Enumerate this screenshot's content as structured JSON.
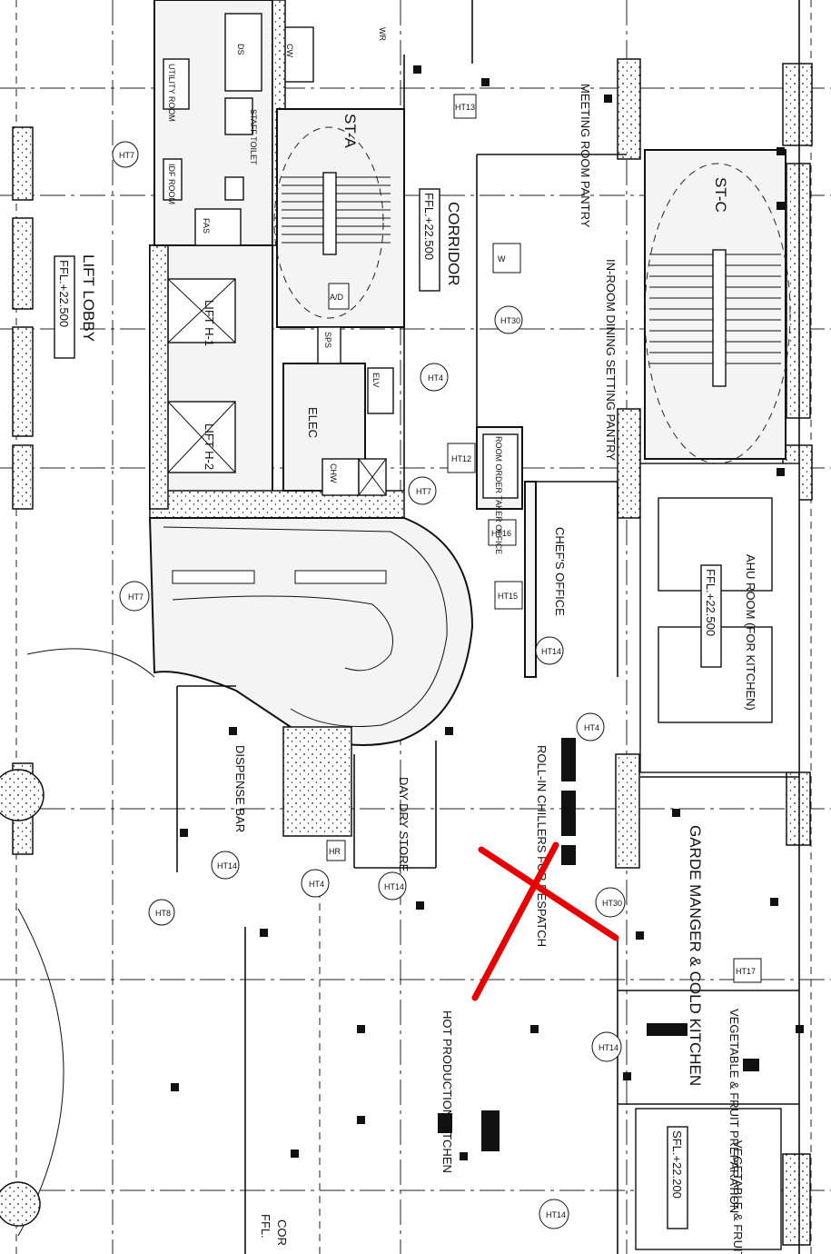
{
  "rooms": {
    "lift_lobby": "LIFT LOBBY",
    "lift_lobby_level": "FFL.+22.500",
    "lift_1": "LIFT H-1",
    "lift_2": "LIFT H-2",
    "utility_room": "UTILITY ROOM",
    "staff_toilet": "STAFF TOILET",
    "idf_room": "IDF ROOM",
    "fas": "FAS",
    "ds": "DS",
    "cw": "CW",
    "wr": "WR",
    "stair_a": "ST-A",
    "sps": "SPS",
    "elv": "ELV",
    "elec": "ELEC",
    "chw": "CHW",
    "corridor": "CORRIDOR",
    "corridor_level": "FFL.+22.500",
    "meeting_pantry": "MEETING ROOM PANTRY",
    "in_room_dining": "IN-ROOM DINING SETTING PANTRY",
    "order_taker": "ROOM ORDER TAKER OFFICE",
    "stair_c": "ST-C",
    "chefs_office": "CHEF'S OFFICE",
    "ahu_room": "AHU ROOM (FOR KITCHEN)",
    "ahu_level": "FFL.+22.500",
    "roll_in_chillers": "ROLL-IN CHILLERS FOR DESPATCH",
    "garde_manger": "GARDE MANGER & COLD KITCHEN",
    "dispense_bar": "DISPENSE BAR",
    "day_dry_store": "DAY DRY STORE",
    "hot_kitchen": "HOT PRODUCTION KITCHEN",
    "veg_prep": "VEGETABLE & FRUIT PREPARATION",
    "veg_chiller": "VEGETABLE & FRUIT CHILLER",
    "veg_chiller_level": "SFL.+22.200",
    "corridor_bottom": "COR",
    "corridor_bottom_level": "FFL."
  },
  "tags": {
    "ht14": "HT14",
    "ht4": "HT4",
    "ht7": "HT7",
    "ht8": "HT8",
    "ht12": "HT12",
    "ht13": "HT13",
    "ht15": "HT15",
    "ht16": "HT16",
    "ht17": "HT17",
    "ht30": "HT30",
    "hr": "HR",
    "w": "W",
    "ad": "A/D"
  },
  "colors": {
    "line": "#111111",
    "markup": "#e60000",
    "background": "#ffffff"
  },
  "icons": {
    "markup": "red-cross-mark-icon"
  }
}
